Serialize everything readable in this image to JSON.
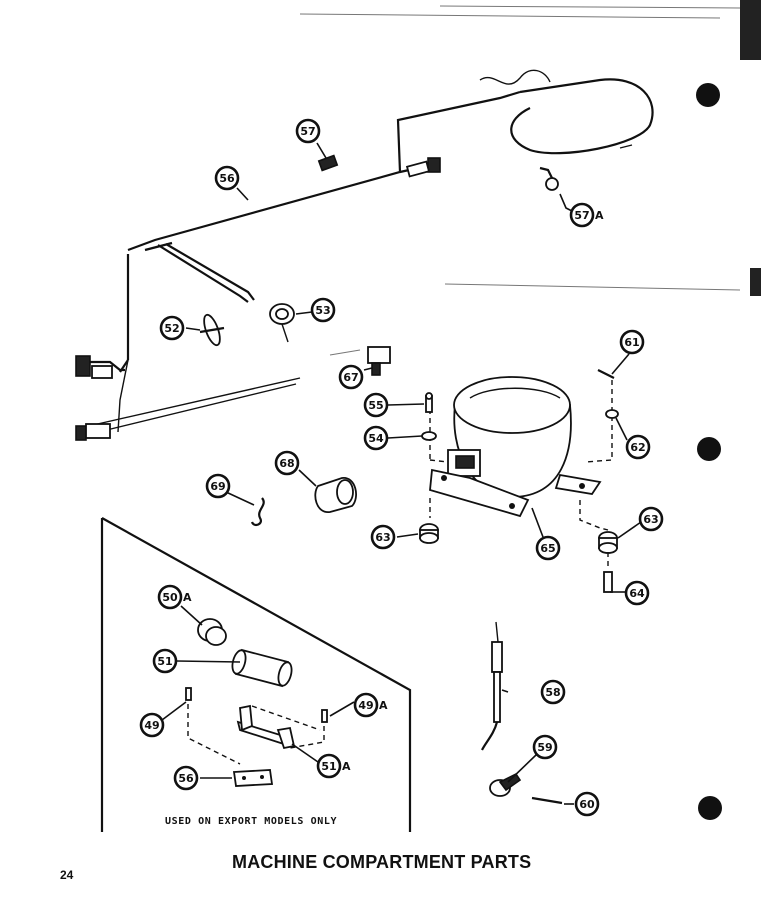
{
  "title": "MACHINE COMPARTMENT PARTS",
  "page_number": "24",
  "note": "USED ON EXPORT MODELS ONLY",
  "callouts": [
    {
      "id": "c57",
      "label": "57"
    },
    {
      "id": "c56a",
      "label": "56"
    },
    {
      "id": "c57a",
      "label": "57",
      "suffix": "A"
    },
    {
      "id": "c52",
      "label": "52"
    },
    {
      "id": "c53a",
      "label": "53"
    },
    {
      "id": "c61",
      "label": "61"
    },
    {
      "id": "c67",
      "label": "67"
    },
    {
      "id": "c55",
      "label": "55"
    },
    {
      "id": "c54",
      "label": "54"
    },
    {
      "id": "c62",
      "label": "62"
    },
    {
      "id": "c68",
      "label": "68"
    },
    {
      "id": "c69",
      "label": "69"
    },
    {
      "id": "c63a",
      "label": "63"
    },
    {
      "id": "c65",
      "label": "65"
    },
    {
      "id": "c63b",
      "label": "63"
    },
    {
      "id": "c64",
      "label": "64"
    },
    {
      "id": "c50a",
      "label": "50",
      "suffix": "A"
    },
    {
      "id": "c51",
      "label": "51"
    },
    {
      "id": "c49a",
      "label": "49",
      "suffix": "A"
    },
    {
      "id": "c49",
      "label": "49"
    },
    {
      "id": "c51a",
      "label": "51",
      "suffix": "A"
    },
    {
      "id": "c58",
      "label": "58"
    },
    {
      "id": "c59",
      "label": "59"
    },
    {
      "id": "c60",
      "label": "60"
    },
    {
      "id": "c56b",
      "label": "56"
    }
  ]
}
